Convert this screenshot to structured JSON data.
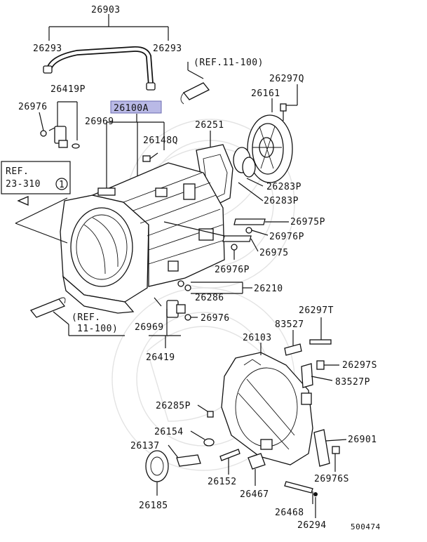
{
  "diagram_id": "500474",
  "highlighted_part": "26100A",
  "labels": {
    "p26903": "26903",
    "p26293_left": "26293",
    "p26293_right": "26293",
    "ref_top": "(REF.11-100)",
    "p26297Q": "26297Q",
    "p26161": "26161",
    "p26419P": "26419P",
    "p26100A": "26100A",
    "p26976_top": "26976",
    "p26969_top": "26969",
    "p26251": "26251",
    "p26148Q": "26148Q",
    "ref_left_line1": "REF.",
    "ref_left_line2": "23-310",
    "ref_left_circle": "1",
    "p26283P_a": "26283P",
    "p26283P_b": "26283P",
    "p26975P": "26975P",
    "p26976P_a": "26976P",
    "p26975": "26975",
    "p26976P_b": "26976P",
    "p26210": "26210",
    "p26286": "26286",
    "ref_bottom_line1": "(REF.",
    "ref_bottom_line2": "11-100)",
    "p26976_mid": "26976",
    "p26969_bottom": "26969",
    "p26419": "26419",
    "p26297T": "26297T",
    "p83527": "83527",
    "p26103": "26103",
    "p26297S": "26297S",
    "p83527P": "83527P",
    "p26285P": "26285P",
    "p26154": "26154",
    "p26901": "26901",
    "p26137": "26137",
    "p26152": "26152",
    "p26976S": "26976S",
    "p26467": "26467",
    "p26185": "26185",
    "p26468": "26468",
    "p26294": "26294"
  }
}
